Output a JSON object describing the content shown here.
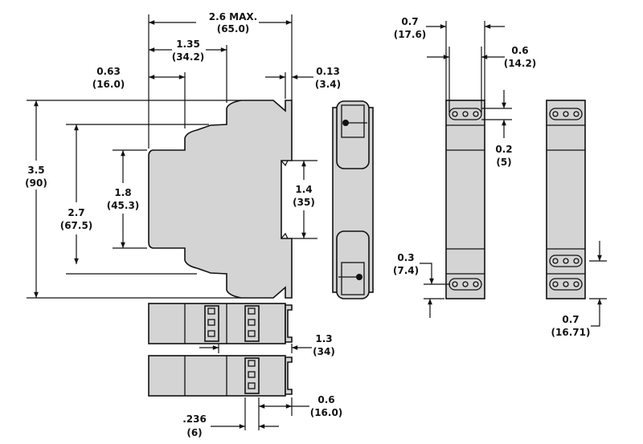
{
  "dimensions": {
    "overall_depth": {
      "in": "2.6 MAX.",
      "mm": "(65.0)"
    },
    "mid_depth": {
      "in": "1.35",
      "mm": "(34.2)"
    },
    "front_depth": {
      "in": "0.63",
      "mm": "(16.0)"
    },
    "tab_thickness": {
      "in": "0.13",
      "mm": "(3.4)"
    },
    "overall_height": {
      "in": "3.5",
      "mm": "(90)"
    },
    "mid_height": {
      "in": "2.7",
      "mm": "(67.5)"
    },
    "front_height": {
      "in": "1.8",
      "mm": "(45.3)"
    },
    "rail_height": {
      "in": "1.4",
      "mm": "(35)"
    },
    "bottom_offset": {
      "in": "1.3",
      "mm": "(34)"
    },
    "terminal_offset": {
      "in": "0.6",
      "mm": "(16.0)"
    },
    "terminal_width": {
      "in": ".236",
      "mm": "(6)"
    },
    "module_width": {
      "in": "0.7",
      "mm": "(17.6)"
    },
    "inner_width": {
      "in": "0.6",
      "mm": "(14.2)"
    },
    "terminal_pitch": {
      "in": "0.2",
      "mm": "(5)"
    },
    "bottom_terminal": {
      "in": "0.3",
      "mm": "(7.4)"
    },
    "alt_bottom_terminal": {
      "in": "0.7",
      "mm": "(16.71)"
    }
  },
  "colors": {
    "body": "#d4d4d4",
    "line": "#111111"
  }
}
